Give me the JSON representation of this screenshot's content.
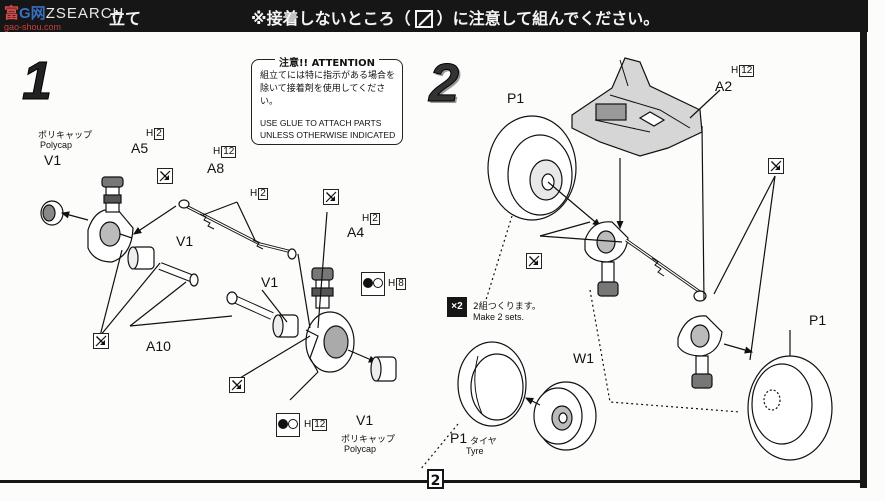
{
  "header": {
    "watermark_main_a": "富",
    "watermark_main_b": "G网",
    "watermark_main_c": "ZSEARCH",
    "watermark_sub": "gao-shou.com",
    "title_partial": "立て",
    "instruction_pre": "※接着しないところ（",
    "instruction_post": "）に注意して組んでください。",
    "instruction_icon": "no-glue-icon"
  },
  "attention": {
    "heading": "注意!! ATTENTION",
    "jp_text": "組立てには特に指示がある場合を除いて接着剤を使用してください。",
    "en_text": "USE GLUE TO ATTACH PARTS UNLESS OTHERWISE INDICATED"
  },
  "steps": [
    "1",
    "2"
  ],
  "step1": {
    "polycap_jp_top": "ポリキャップ",
    "polycap_en_top": "Polycap",
    "v1_a": "V1",
    "a5": "A5",
    "h2_a": "H",
    "h2_a_num": "2",
    "a8": "A8",
    "h12_a": "H",
    "h12_a_num": "12",
    "h2_b": "H",
    "h2_b_num": "2",
    "v1_b": "V1",
    "a10": "A10",
    "v1_c": "V1",
    "a4": "A4",
    "h2_c": "H",
    "h2_c_num": "2",
    "h8": "H",
    "h8_num": "8",
    "h12_b": "H",
    "h12_b_num": "12",
    "v1_d": "V1",
    "polycap_jp_bottom": "ポリキャップ",
    "polycap_en_bottom": "Polycap"
  },
  "step2": {
    "p1_top": "P1",
    "a2": "A2",
    "h12_c": "H",
    "h12_c_num": "12",
    "p1_right": "P1",
    "x2_label": "×2",
    "make_sets_jp": "2組つくります。",
    "make_sets_en": "Make 2 sets.",
    "w1": "W1",
    "p1_bottom": "P1",
    "tyre_jp": "タイヤ",
    "tyre_en": "Tyre"
  },
  "page_number": "2"
}
